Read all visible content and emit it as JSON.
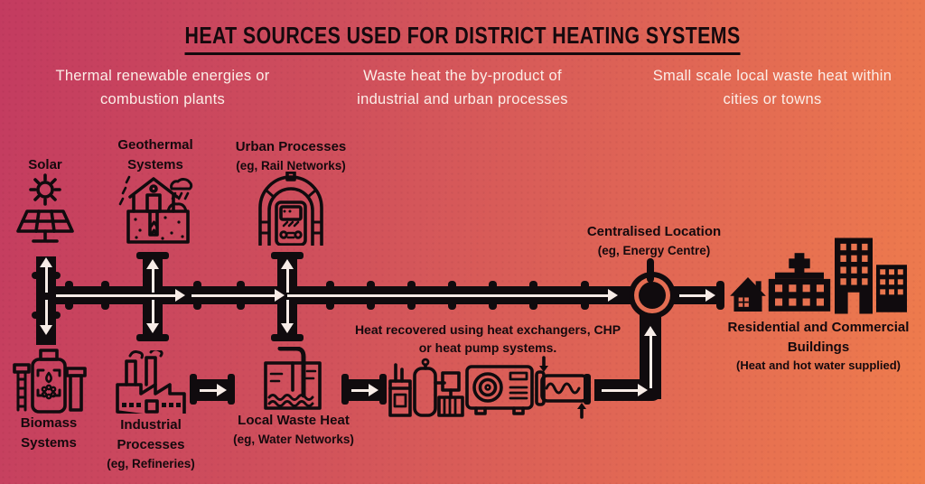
{
  "title": "HEAT SOURCES USED FOR DISTRICT HEATING SYSTEMS",
  "columns": [
    "Thermal renewable energies or combustion plants",
    "Waste heat the by-product of industrial and urban processes",
    "Small scale local waste heat within cities or towns"
  ],
  "labels": {
    "solar": "Solar",
    "geothermal": "Geothermal Systems",
    "urban": "Urban Processes",
    "urban_note": "(eg, Rail Networks)",
    "biomass": "Biomass Systems",
    "industrial": "Industrial Processes",
    "industrial_note": "(eg, Refineries)",
    "local_waste": "Local Waste Heat",
    "local_waste_note": "(eg, Water Networks)",
    "central": "Centralised Location",
    "central_note": "(eg, Energy Centre)",
    "recovery": "Heat recovered using heat exchangers, CHP or heat pump systems.",
    "destination": "Residential and Commercial Buildings",
    "destination_note": "(Heat and hot water supplied)"
  },
  "icons": {
    "solar": "sun-and-solar-panel-icon",
    "geothermal": "house-with-ground-loop-icon",
    "urban": "train-in-tunnel-icon",
    "biomass": "biomass-digester-tank-icon",
    "industrial": "factory-with-chimneys-icon",
    "local_waste": "water-tank-icon",
    "recovery_equipment": [
      "chp-boiler-icon",
      "heat-pump-unit-icon",
      "heat-exchanger-icon"
    ],
    "central": "pump-hub-icon",
    "destination": [
      "house-icon",
      "hospital-icon",
      "office-towers-icon"
    ]
  },
  "colors": {
    "bg_left": "#c33b60",
    "bg_right": "#ef7d4c",
    "ink": "#100b0e",
    "arrow_white": "#f7ece7",
    "text_light": "#fbeee8"
  }
}
